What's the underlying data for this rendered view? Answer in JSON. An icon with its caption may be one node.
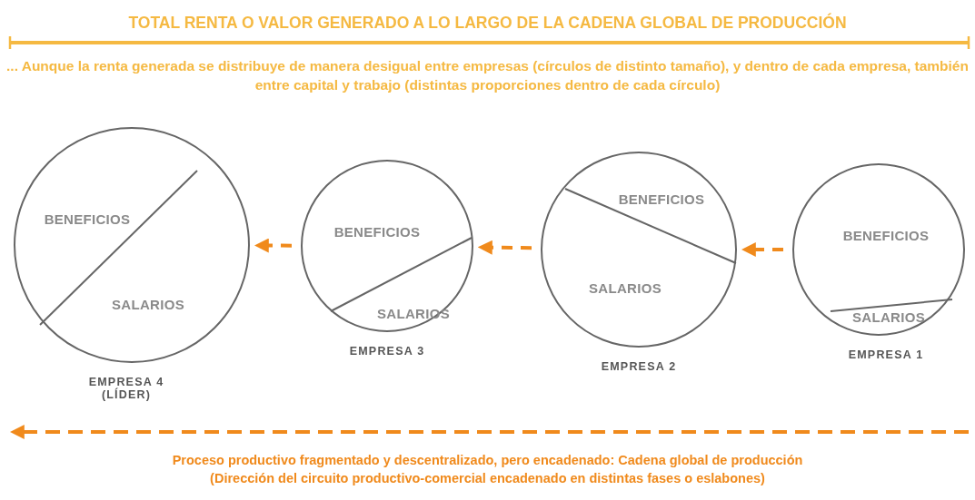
{
  "diagram": {
    "title": "TOTAL RENTA O VALOR GENERADO A LO LARGO DE LA CADENA GLOBAL DE PRODUCCIÓN",
    "nodes": [
      {
        "text": [
          "BENEFICIOS",
          "SALARIOS"
        ],
        "beside": [
          "EMPRESA 4 (LÍDER)"
        ]
      },
      {
        "text": [
          "BENEFICIOS",
          "SALARIOS"
        ],
        "beside": [
          "EMPRESA 3"
        ]
      },
      {
        "text": [
          "BENEFICIOS",
          "SALARIOS"
        ],
        "beside": [
          "EMPRESA 2"
        ]
      },
      {
        "text": [
          "BENEFICIOS",
          "SALARIOS"
        ],
        "beside": [
          "EMPRESA 1"
        ]
      }
    ],
    "edges": [
      {
        "from": 3,
        "to": 2,
        "arrow": "to",
        "style": "dashed"
      },
      {
        "from": 2,
        "to": 1,
        "arrow": "to",
        "style": "dashed"
      },
      {
        "from": 1,
        "to": 0,
        "arrow": "to",
        "style": "dashed"
      }
    ],
    "labels": [
      "... Aunque la renta generada se distribuye de manera desigual entre empresas (círculos de distinto tamaño), y dentro de cada empresa, también entre capital y trabajo (distintas proporciones dentro de cada círculo)",
      "Proceso productivo fragmentado y descentralizado, pero encadenado: Cadena global de producción",
      "(Dirección del circuito productivo-comercial encadenado en distintas fases o eslabones)"
    ]
  }
}
